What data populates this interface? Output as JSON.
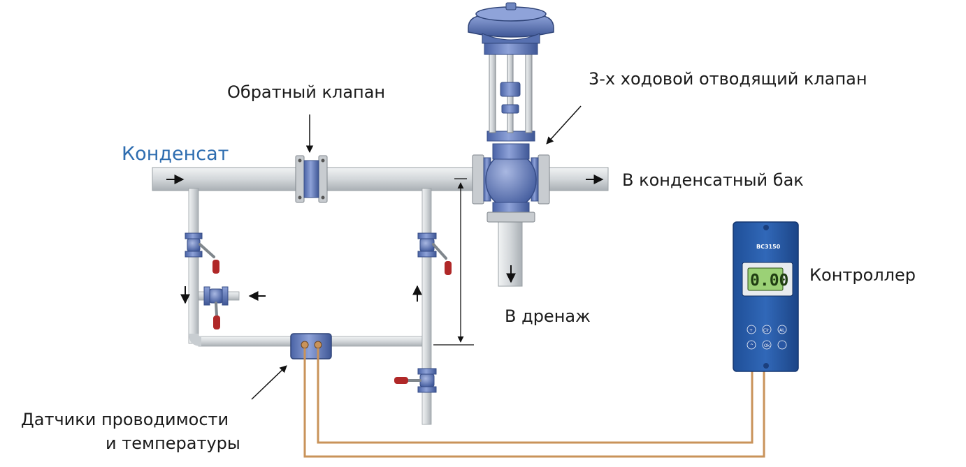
{
  "labels": {
    "condensate": "Конденсат",
    "check_valve": "Обратный клапан",
    "three_way_valve": "3-х ходовой отводящий клапан",
    "to_tank": "В конденсатный бак",
    "to_drain": "В дренаж",
    "controller": "Контроллер",
    "sensors_line1": "Датчики проводимости",
    "sensors_line2": "и температуры"
  },
  "controller": {
    "model": "BC3150",
    "display_value": "0.00",
    "buttons": [
      "+",
      "Clr",
      "AL",
      "^",
      "Ok",
      ""
    ]
  },
  "colors": {
    "pipe": "#d6dadc",
    "valve_blue": "#6f86c0",
    "controller_blue": "#2a5da8",
    "display_green": "#9bd176",
    "cable": "#c9935a",
    "handle_red": "#b02828",
    "label_blue": "#2e6db0"
  }
}
